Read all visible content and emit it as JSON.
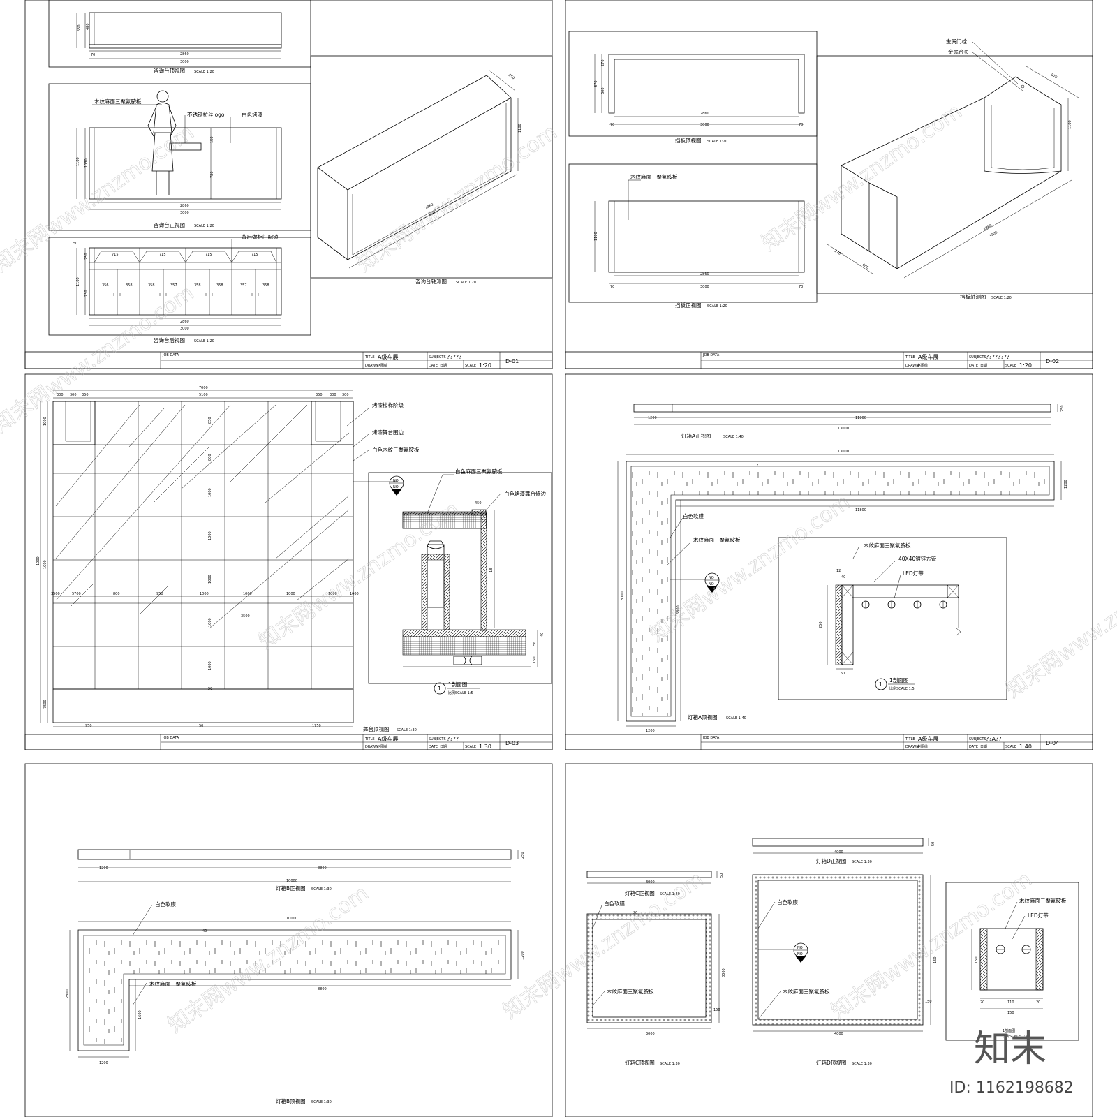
{
  "sheets": [
    {
      "id": "D-01",
      "title_block": {
        "job_data": "JOB DATA",
        "title_label": "TITLE",
        "title": "A级车展",
        "subjects_label": "SUBJECTS",
        "subjects": "?????",
        "drawn_label": "DRAWN",
        "drawn": "赵图绘",
        "date_label": "DATE",
        "date": "日期",
        "scale_label": "SCALE",
        "scale": "1:20",
        "sheet_no": "D-01"
      },
      "views": [
        {
          "caption": "咨询台顶视图",
          "scale": "SCALE 1:20"
        },
        {
          "caption": "咨询台正视图",
          "scale": "SCALE 1:20"
        },
        {
          "caption": "咨询台后视图",
          "scale": "SCALE 1:20"
        },
        {
          "caption": "咨询台轴测图",
          "scale": "SCALE 1:20"
        }
      ],
      "labels": [
        "木纹麻面三聚氰胺板",
        "不锈钢拉丝logo",
        "白色烤漆",
        "背后做柜门配锁"
      ],
      "dims": [
        "550",
        "480",
        "70",
        "2860",
        "3000",
        "1100",
        "1030",
        "150",
        "780",
        "715",
        "250",
        "730",
        "356",
        "358",
        "357",
        "50",
        "1100",
        "550",
        "3000",
        "2860"
      ]
    },
    {
      "id": "D-02",
      "title_block": {
        "job_data": "JOB DATA",
        "title_label": "TITLE",
        "title": "A级车展",
        "subjects_label": "SUBJECTS",
        "subjects": "????????",
        "drawn_label": "DRAWN",
        "drawn": "赵图绘",
        "date_label": "DATE",
        "date": "日期",
        "scale_label": "SCALE",
        "scale": "1:20",
        "sheet_no": "D-02"
      },
      "views": [
        {
          "caption": "挡板顶视图",
          "scale": "SCALE 1:20"
        },
        {
          "caption": "挡板正视图",
          "scale": "SCALE 1:20"
        },
        {
          "caption": "挡板轴测图",
          "scale": "SCALE 1:20"
        }
      ],
      "labels": [
        "木纹麻面三聚氰胺板",
        "金属门栓",
        "金属合页"
      ],
      "dims": [
        "270",
        "600",
        "870",
        "2860",
        "3000",
        "70",
        "1100",
        "870",
        "1100",
        "2860",
        "3000",
        "270",
        "600"
      ]
    },
    {
      "id": "D-03",
      "title_block": {
        "job_data": "JOB DATA",
        "title_label": "TITLE",
        "title": "A级车展",
        "subjects_label": "SUBJECTS",
        "subjects": "????",
        "drawn_label": "DRAWN",
        "drawn": "赵图绘",
        "date_label": "DATE",
        "date": "日期",
        "scale_label": "SCALE",
        "scale": "1:30",
        "sheet_no": "D-03"
      },
      "views": [
        {
          "caption": "舞台顶视图",
          "scale": "SCALE 1:30"
        },
        {
          "caption": "1剖面图",
          "scale": "比例SCALE 1:5"
        }
      ],
      "labels": [
        "烤漆楼梯阶级",
        "烤漆舞台围边",
        "白色木纹三聚氰胺板",
        "白色麻面三聚氰胺板",
        "白色烤漆舞台修边"
      ],
      "dims": [
        "7000",
        "300",
        "300",
        "350",
        "5100",
        "350",
        "300",
        "300",
        "1000",
        "850",
        "800",
        "1000",
        "1000",
        "1000",
        "1000",
        "7500",
        "5700",
        "800",
        "950",
        "1000",
        "1000",
        "1000",
        "1000",
        "1000",
        "950",
        "50",
        "1750",
        "3500",
        "1750",
        "+450",
        "50",
        "450",
        "18",
        "40",
        "56",
        "150"
      ],
      "callout": {
        "top": "NO",
        "bottom": "NO",
        "num": "1"
      }
    },
    {
      "id": "D-04",
      "title_block": {
        "job_data": "JOB DATA",
        "title_label": "TITLE",
        "title": "A级车展",
        "subjects_label": "SUBJECTS",
        "subjects": "??A??",
        "drawn_label": "DRAWN",
        "drawn": "赵图绘",
        "date_label": "DATE",
        "date": "日期",
        "scale_label": "SCALE",
        "scale": "1:40",
        "sheet_no": "D-04"
      },
      "views": [
        {
          "caption": "灯箱A正视图",
          "scale": "SCALE 1:40"
        },
        {
          "caption": "灯箱A顶视图",
          "scale": "SCALE 1:40"
        },
        {
          "caption": "1剖面图",
          "scale": "比例SCALE 1:5"
        }
      ],
      "labels": [
        "白色软膜",
        "木纹麻面三聚氰胺板",
        "40X40镀锌方管",
        "LED灯带"
      ],
      "dims": [
        "1200",
        "11800",
        "13000",
        "250",
        "13000",
        "1200",
        "11800",
        "8000",
        "6800",
        "1200",
        "12",
        "40",
        "250",
        "60"
      ]
    },
    {
      "id": "D-05",
      "views": [
        {
          "caption": "灯箱B正视图",
          "scale": "SCALE 1:30"
        },
        {
          "caption": "灯箱B顶视图",
          "scale": "SCALE 1:30"
        }
      ],
      "labels": [
        "白色软膜",
        "木纹麻面三聚氰胺板"
      ],
      "dims": [
        "1200",
        "8800",
        "10000",
        "250",
        "10000",
        "1200",
        "8800",
        "2800",
        "1600",
        "1200",
        "40"
      ]
    },
    {
      "id": "D-06",
      "views": [
        {
          "caption": "灯箱C正视图",
          "scale": "SCALE 1:30"
        },
        {
          "caption": "灯箱D正视图",
          "scale": "SCALE 1:30"
        },
        {
          "caption": "灯箱C顶视图",
          "scale": "SCALE 1:30"
        },
        {
          "caption": "灯箱D顶视图",
          "scale": "SCALE 1:30"
        },
        {
          "caption": "1剖面图",
          "scale": "比例SCALE 1:5"
        }
      ],
      "labels": [
        "白色软膜",
        "木纹麻面三聚氰胺板",
        "LED灯带"
      ],
      "dims": [
        "3000",
        "50",
        "4000",
        "50",
        "20",
        "3000",
        "150",
        "3000",
        "4000",
        "150",
        "4000",
        "150",
        "20",
        "110",
        "20",
        "150"
      ]
    }
  ],
  "watermark": "知末网www.znzmo.com",
  "logo": "知末",
  "id_text": "ID: 1162198682"
}
